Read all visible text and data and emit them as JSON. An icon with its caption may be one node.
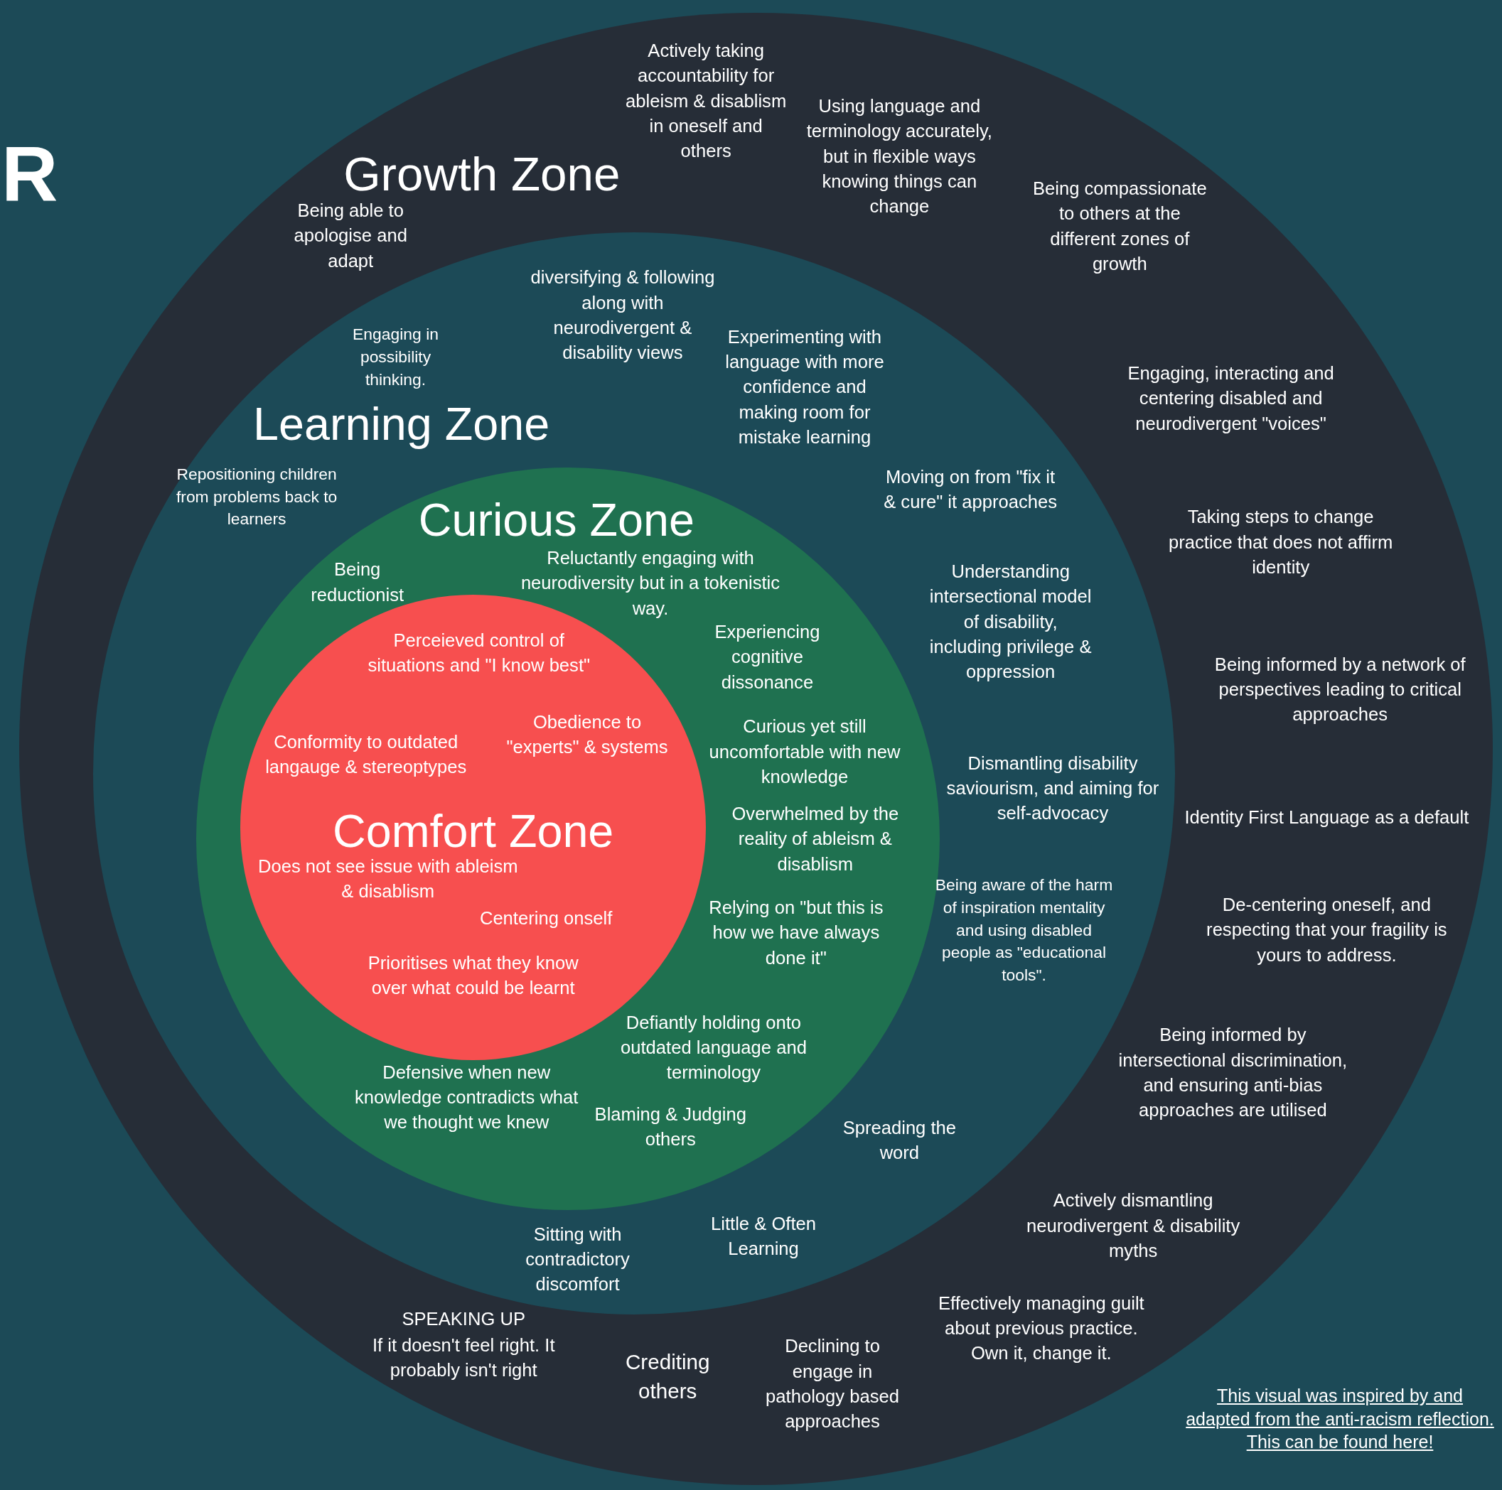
{
  "diagram": {
    "nodes": [
      {
        "text": [
          "Growth Zone"
        ]
      },
      {
        "text": [
          "Learning Zone"
        ],
        "in": 0
      },
      {
        "text": [
          "Curious Zone"
        ],
        "in": 1
      },
      {
        "text": [
          "Comfort Zone"
        ],
        "in": 2
      }
    ],
    "labels": [
      "R",
      "Actively taking accountability for ableism & disablism in oneself and others",
      "Using language and terminology accurately, but in flexible ways knowing things can change",
      "Being able to apologise and adapt",
      "Being compassionate to others at the different zones of growth",
      "Engaging, interacting and centering disabled and neurodivergent \"voices\"",
      "Taking steps to change practice that does not affirm identity",
      "Being informed by a network of perspectives leading to critical approaches",
      "Identity First Language as a default",
      "De-centering oneself, and respecting that your fragility is yours to address.",
      "Being informed by intersectional discrimination, and ensuring anti-bias approaches are utilised",
      "Actively dismantling neurodivergent & disability myths",
      "Effectively managing guilt about previous practice. Own it, change it.",
      "Declining to engage in pathology based approaches",
      "Crediting others",
      "SPEAKING UP",
      "If it doesn't feel right. It probably isn't right",
      "Engaging in possibility thinking.",
      "diversifying & following along with neurodivergent & disability views",
      "Experimenting with language with more confidence and making room for mistake learning",
      "Repositioning children from problems back to learners",
      "Moving on from \"fix it & cure\" it approaches",
      "Understanding intersectional model of disability, including privilege & oppression",
      "Dismantling disability saviourism, and aiming for self-advocacy",
      "Being aware of the harm of inspiration mentality and using disabled people as \"educational tools\".",
      "Spreading the word",
      "Little & Often Learning",
      "Sitting with contradictory discomfort",
      "Being reductionist",
      "Reluctantly engaging with neurodiversity but in a tokenistic way.",
      "Experiencing cognitive dissonance",
      "Curious yet still uncomfortable with new knowledge",
      "Overwhelmed by the reality of ableism & disablism",
      "Relying on \"but this is how we have always done it\"",
      "Defiantly holding onto outdated language and terminology",
      "Blaming & Judging others",
      "Defensive when new knowledge contradicts what we thought we knew",
      "Perceieved control of situations and \"I know best\"",
      "Obedience to \"experts\" & systems",
      "Conformity to outdated langauge & stereoptypes",
      "Does not see issue with ableism & disablism",
      "Centering onself",
      "Prioritises what they know over what could be learnt",
      "This visual was inspired by and adapted from the anti-racism reflection. This can be found here!"
    ]
  }
}
